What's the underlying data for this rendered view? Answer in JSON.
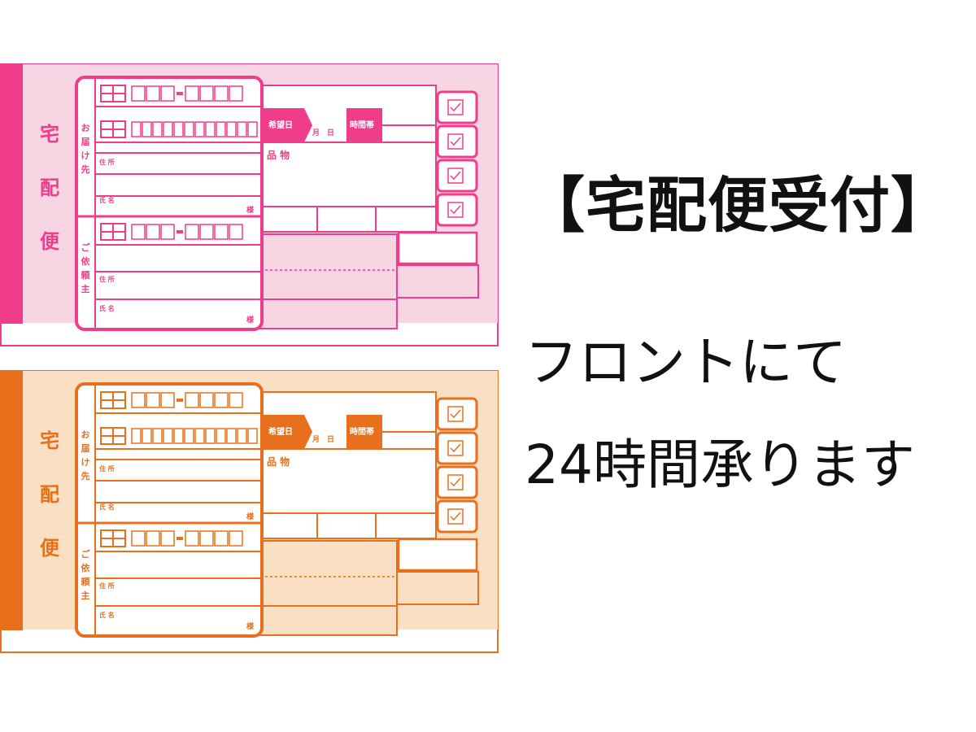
{
  "slips": [
    {
      "variant": "pink",
      "accent": "#ef3d8c",
      "tint": "#f7d5e3",
      "title_chars": [
        "宅",
        "配",
        "便"
      ],
      "recipient_chars": [
        "お",
        "届",
        "け",
        "先"
      ],
      "sender_chars": [
        "ご",
        "依",
        "頼",
        "主"
      ],
      "address_label": "住 所",
      "name_label": "氏 名",
      "honorific": "様",
      "desired_date_label": "希望日",
      "month_day_label": "月　日",
      "time_slot_label": "時間帯",
      "item_label": "品 物",
      "checkbox_count": 4
    },
    {
      "variant": "orange",
      "accent": "#e8701c",
      "tint": "#f9dfc3",
      "title_chars": [
        "宅",
        "配",
        "便"
      ],
      "recipient_chars": [
        "お",
        "届",
        "け",
        "先"
      ],
      "sender_chars": [
        "ご",
        "依",
        "頼",
        "主"
      ],
      "address_label": "住 所",
      "name_label": "氏 名",
      "honorific": "様",
      "desired_date_label": "希望日",
      "month_day_label": "月　日",
      "time_slot_label": "時間帯",
      "item_label": "品 物",
      "checkbox_count": 4
    }
  ],
  "heading": "【宅配便受付】",
  "body_line_1": "フロントにて",
  "body_line_2": "24時間承ります"
}
